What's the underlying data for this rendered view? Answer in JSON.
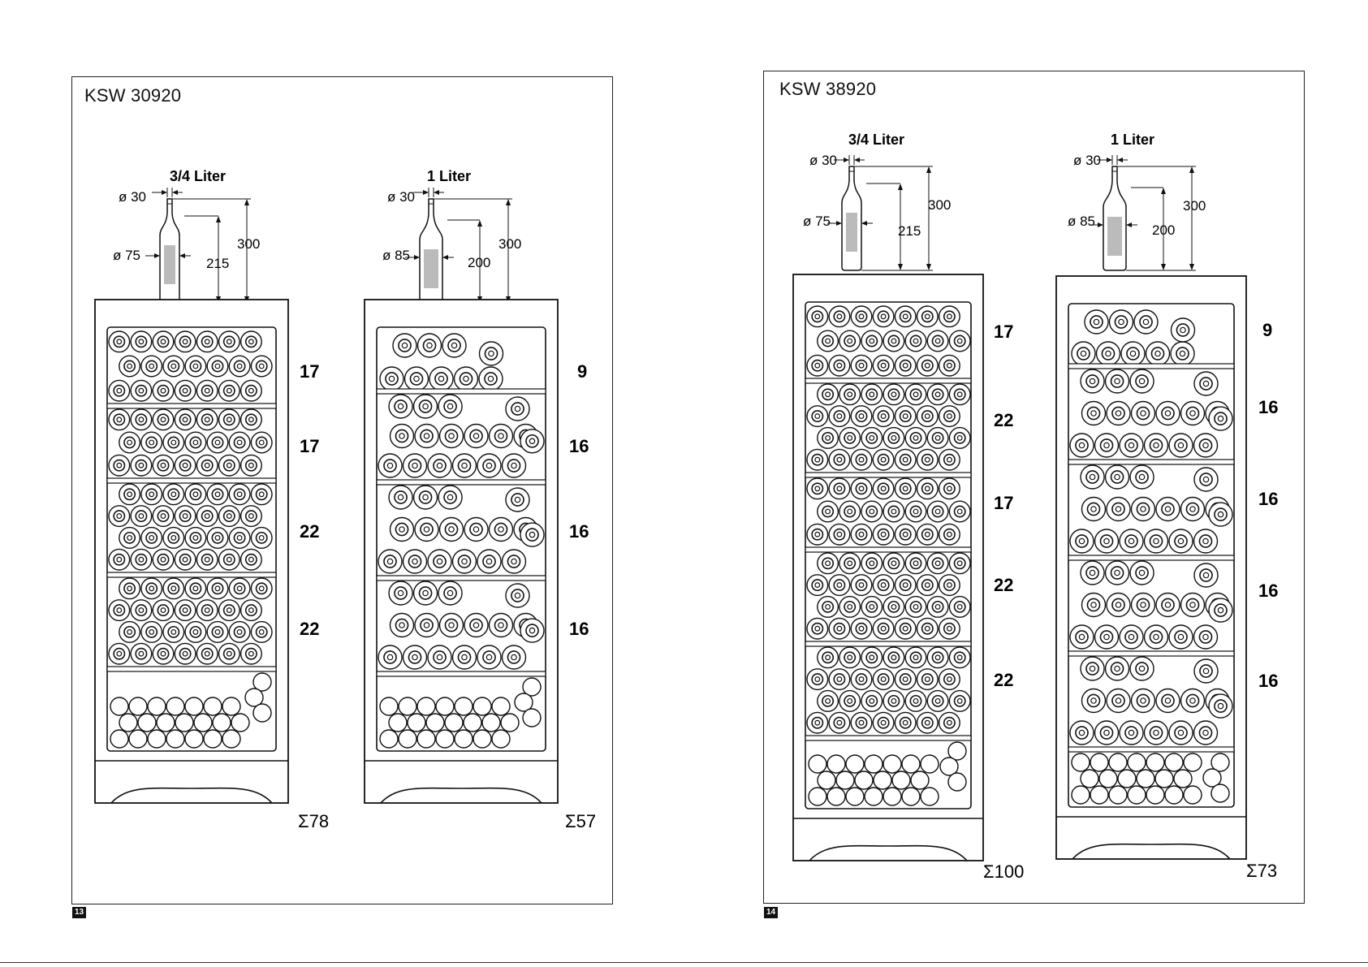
{
  "pages": [
    {
      "title": "KSW 30920",
      "page_number": "13",
      "cabinets": [
        {
          "bottle_label": "3/4 Liter",
          "neck_diameter": "ø 30",
          "body_diameter": "ø 75",
          "body_height": "215",
          "total_height": "300",
          "shelf_counts": [
            "17",
            "17",
            "22",
            "22"
          ],
          "total": "Σ78"
        },
        {
          "bottle_label": "1 Liter",
          "neck_diameter": "ø 30",
          "body_diameter": "ø 85",
          "body_height": "200",
          "total_height": "300",
          "shelf_counts": [
            "9",
            "16",
            "16",
            "16"
          ],
          "total": "Σ57"
        }
      ]
    },
    {
      "title": "KSW 38920",
      "page_number": "14",
      "cabinets": [
        {
          "bottle_label": "3/4 Liter",
          "neck_diameter": "ø 30",
          "body_diameter": "ø 75",
          "body_height": "215",
          "total_height": "300",
          "shelf_counts": [
            "17",
            "22",
            "17",
            "22",
            "22"
          ],
          "total": "Σ100"
        },
        {
          "bottle_label": "1 Liter",
          "neck_diameter": "ø 30",
          "body_diameter": "ø 85",
          "body_height": "200",
          "total_height": "300",
          "shelf_counts": [
            "9",
            "16",
            "16",
            "16",
            "16"
          ],
          "total": "Σ73"
        }
      ]
    }
  ]
}
